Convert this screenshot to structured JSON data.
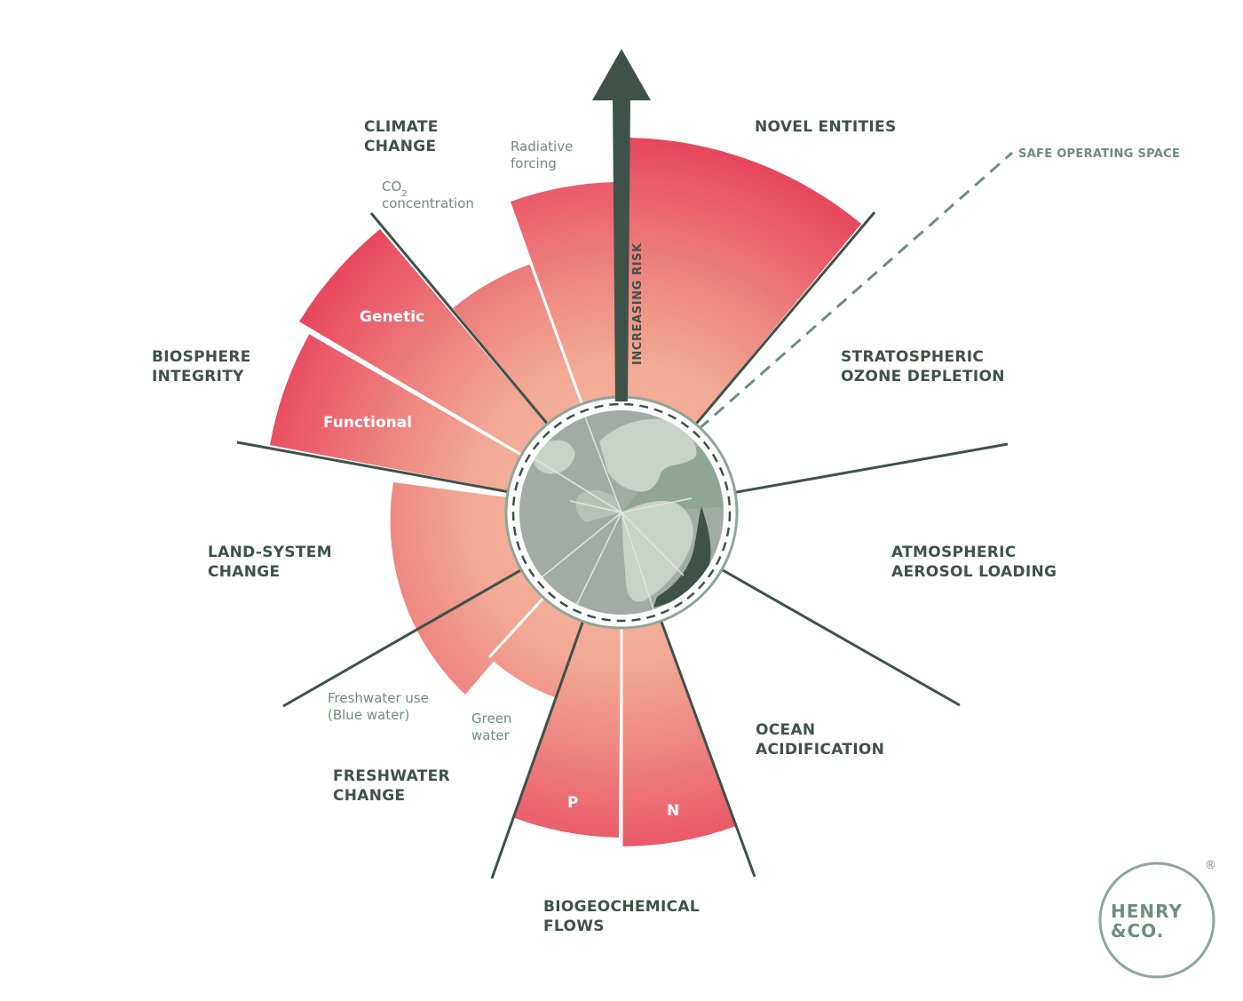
{
  "categories": {
    "climate_change": [
      "CLIMATE",
      "CHANGE"
    ],
    "novel_entities": [
      "NOVEL ENTITIES"
    ],
    "stratospheric_ozone": [
      "STRATOSPHERIC",
      "OZONE DEPLETION"
    ],
    "aerosol_loading": [
      "ATMOSPHERIC",
      "AEROSOL LOADING"
    ],
    "ocean_acidification": [
      "OCEAN",
      "ACIDIFICATION"
    ],
    "biogeochemical_flows": [
      "BIOGEOCHEMICAL",
      "FLOWS"
    ],
    "freshwater_change": [
      "FRESHWATER",
      "CHANGE"
    ],
    "land_system_change": [
      "LAND-SYSTEM",
      "CHANGE"
    ],
    "biosphere_integrity": [
      "BIOSPHERE",
      "INTEGRITY"
    ]
  },
  "sub_labels": {
    "radiative_forcing": [
      "Radiative",
      "forcing"
    ],
    "co2_concentration": [
      "CO",
      "2",
      "concentration"
    ],
    "freshwater_use": [
      "Freshwater use",
      "(Blue water)"
    ],
    "green_water": [
      "Green",
      "water"
    ]
  },
  "wedge_labels": {
    "genetic": "Genetic",
    "functional": "Functional",
    "phosphorus": "P",
    "nitrogen": "N"
  },
  "annotations": {
    "safe_operating_space": "SAFE OPERATING SPACE",
    "increasing_risk": "INCREASING RISK"
  },
  "logo": {
    "line1": "HENRY",
    "line2": "&CO.",
    "registered": "®"
  },
  "colors": {
    "wedge_outer": "#e8475e",
    "wedge_inner": "#f2aa95",
    "dark_green": "#3e5249",
    "muted_green": "#6f8d7d",
    "globe": "#a3aca4",
    "safe_zone": "#8fa596"
  }
}
